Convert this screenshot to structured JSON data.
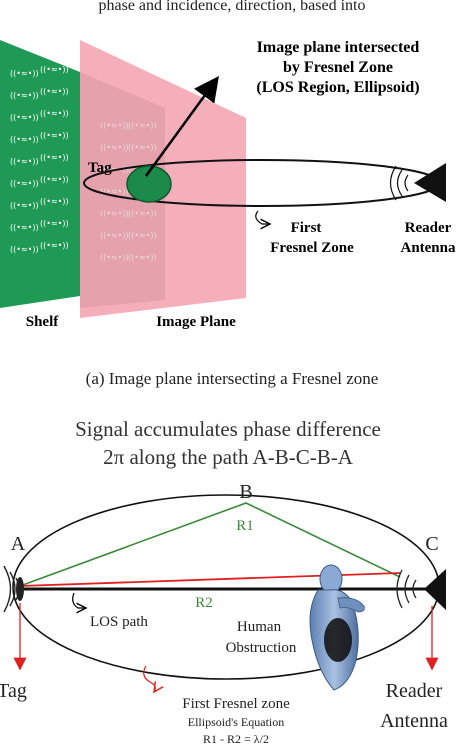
{
  "top_fragment": "phase and incidence, direction, based into",
  "panel_a": {
    "image_plane_callout_1": "Image plane intersected",
    "image_plane_callout_2": "by Fresnel Zone",
    "image_plane_callout_3": "(LOS Region, Ellipsoid)",
    "tag_label": "Tag",
    "first_fresnel_1": "First",
    "first_fresnel_2": "Fresnel Zone",
    "reader_1": "Reader",
    "reader_2": "Antenna",
    "shelf_label": "Shelf",
    "image_plane_label": "Image Plane",
    "caption": "(a) Image plane intersecting a Fresnel zone"
  },
  "panel_b": {
    "title_1": "Signal accumulates phase difference",
    "title_2": "2π along the path A-B-C-B-A",
    "point_a": "A",
    "point_b": "B",
    "point_c": "C",
    "r1_label": "R1",
    "r2_label": "R2",
    "los_label": "LOS path",
    "human_1": "Human",
    "human_2": "Obstruction",
    "tag_label": "Tag",
    "reader_1": "Reader",
    "reader_2": "Antenna",
    "fresnel_label": "First Fresnel zone",
    "equation_1": "Ellipsoid's Equation",
    "equation_2": "R1 - R2 = λ/2"
  },
  "colors": {
    "shelf_green": "#1f9a55",
    "tag_green": "#1c8a4a",
    "plane_pink": "#f4a8b4",
    "r1_green": "#3a8a3a",
    "r2_red": "#e02020",
    "arrow_red": "#e02020",
    "human_blue": "#7fa1c9",
    "antenna_black": "#111111"
  },
  "rfid_tag_glyph": "((•≈•))"
}
